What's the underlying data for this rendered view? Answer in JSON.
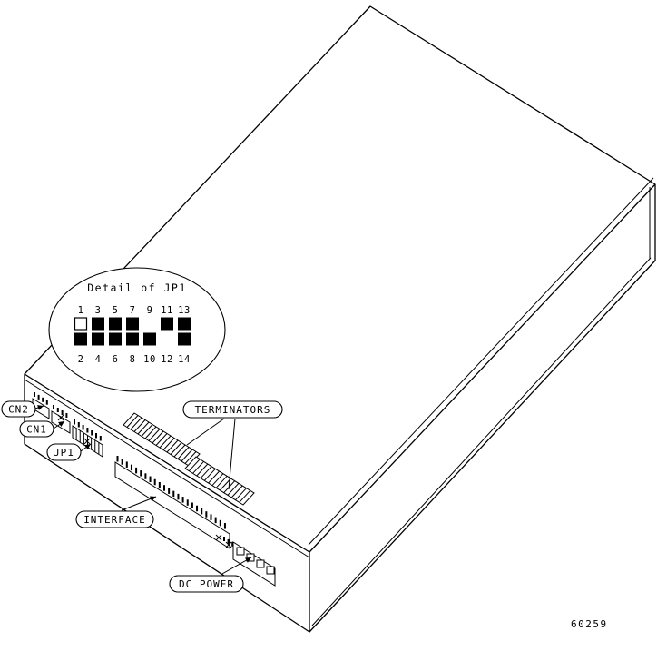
{
  "figure": {
    "number": "60259",
    "labels": {
      "cn2": "CN2",
      "cn1": "CN1",
      "jp1": "JP1",
      "terminators": "TERMINATORS",
      "interface": "INTERFACE",
      "dc_power": "DC POWER"
    },
    "detail": {
      "title": "Detail of JP1",
      "top_pin_numbers": [
        "1",
        "3",
        "5",
        "7",
        "9",
        "11",
        "13"
      ],
      "bottom_pin_numbers": [
        "2",
        "4",
        "6",
        "8",
        "10",
        "12",
        "14"
      ],
      "top_jumper_states": [
        "open",
        "filled",
        "filled",
        "filled",
        "none",
        "filled",
        "filled"
      ],
      "bottom_jumper_states": [
        "filled",
        "filled",
        "filled",
        "filled",
        "filled",
        "none",
        "filled"
      ]
    },
    "colors": {
      "line": "#000000",
      "background": "#ffffff"
    }
  }
}
